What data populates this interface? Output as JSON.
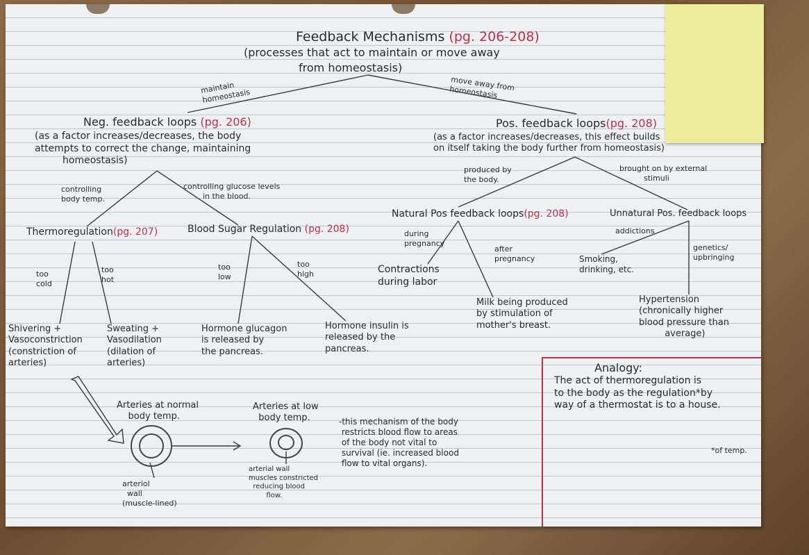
{
  "title": "Feedback Mechanisms",
  "title_pages": "(pg. 206-208)",
  "subtitle_1": "(processes that act to maintain or move away",
  "subtitle_2": "from homeostasis)",
  "branch_maintain": "maintain\nhomeostasis",
  "branch_move_away": "move away from\nhomeostasis",
  "neg": {
    "title": "Neg. feedback loops",
    "pages": "(pg. 206)",
    "desc": "(as a factor increases/decreases, the body\nattempts to correct the change, maintaining\n         homeostasis)",
    "branch_temp": "controlling\nbody temp.",
    "branch_glucose": "controlling glucose levels\n        in the blood.",
    "thermo": "Thermoregulation",
    "thermo_pages": "(pg. 207)",
    "blood_sugar": "Blood Sugar Regulation",
    "blood_sugar_pages": "(pg. 208)",
    "too_cold": "too\ncold",
    "too_hot": "too\nhot",
    "too_low": "too\nlow",
    "too_high": "too\nhigh",
    "shivering": "Shivering +\nVasoconstriction\n(constriction of\narteries)",
    "sweating": "Sweating +\nVasodilation\n(dilation of\narteries)",
    "glucagon": "Hormone glucagon\nis released by\nthe pancreas.",
    "insulin": "Hormone insulin is\nreleased by the\npancreas."
  },
  "pos": {
    "title": "Pos. feedback loops",
    "pages": "(pg. 208)",
    "desc": "(as a factor increases/decreases, this effect builds\non itself taking the body further from homeostasis)",
    "branch_body": "produced by\nthe body.",
    "branch_external": "brought on by external\n          stimuli",
    "natural": "Natural Pos feedback loops",
    "natural_pages": "(pg. 208)",
    "unnatural": "Unnatural Pos. feedback loops",
    "during_pregnancy": "during\npregnancy",
    "after_pregnancy": "after\npregnancy",
    "contractions": "Contractions\nduring labor",
    "milk": "Milk being produced\nby stimulation of\nmother's breast.",
    "addictions": "addictions",
    "genetics": "genetics/\nupbringing",
    "smoking": "Smoking,\ndrinking, etc.",
    "hypertension": "Hypertension\n(chronically higher\nblood pressure than\n         average)"
  },
  "arteries": {
    "normal_label": "Arteries at normal\n    body temp.",
    "low_label": "Arteries at low\n  body temp.",
    "wall_label": "arteriol\n  wall\n(muscle-lined)",
    "constricted_label": "arterial wall\nmuscles constricted\n  reducing blood\n        flow.",
    "mechanism_note": "-this mechanism of the body\n restricts blood flow to areas\n of the body not vital to\n survival (ie. increased blood\n flow to vital organs)."
  },
  "analogy": {
    "heading": "Analogy:",
    "body": "The act of thermoregulation is\nto the body as the regulation*by\nway of a thermostat is to a house.",
    "footnote": "*of temp."
  },
  "colors": {
    "ink": "#2a2a2a",
    "red_ink": "#c0304a",
    "paper": "#eef0f2",
    "sticky": "#ecec9c",
    "table": "#7a5a3c"
  }
}
